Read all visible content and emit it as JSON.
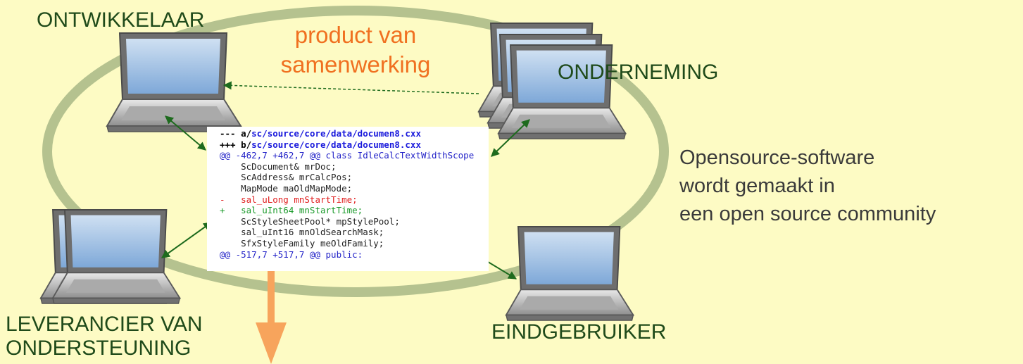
{
  "roles": {
    "developer": "ONTWIKKELAAR",
    "enterprise": "ONDERNEMING",
    "support_vendor_line1": "LEVERANCIER VAN",
    "support_vendor_line2": "ONDERSTEUNING",
    "end_user": "EINDGEBRUIKER"
  },
  "collaboration": {
    "line1": "product van",
    "line2": "samenwerking"
  },
  "description": {
    "line1": "Opensource-software",
    "line2": "wordt gemaakt in",
    "line3": "een open source community"
  },
  "diff": {
    "header_minus_prefix": "--- a/",
    "header_minus_path": "sc/source/core/data/documen8.cxx",
    "header_plus_prefix": "+++ b/",
    "header_plus_path": "sc/source/core/data/documen8.cxx",
    "hunk1": "@@ -462,7 +462,7 @@ class IdleCalcTextWidthScope",
    "ctx1": "    ScDocument& mrDoc;",
    "ctx2": "    ScAddress& mrCalcPos;",
    "ctx3": "    MapMode maOldMapMode;",
    "removed": "-   sal_uLong mnStartTime;",
    "added": "+   sal_uInt64 mnStartTime;",
    "ctx4": "    ScStyleSheetPool* mpStylePool;",
    "ctx5": "    sal_uInt16 mnOldSearchMask;",
    "ctx6": "    SfxStyleFamily meOldFamily;",
    "hunk2": "@@ -517,7 +517,7 @@ public:"
  },
  "colors": {
    "background": "#fdfbc4",
    "ring": "#b5c28f",
    "role_text": "#1f4a1a",
    "highlight_text": "#f07020",
    "arrow_green": "#1e6b1e",
    "output_arrow": "#f7a45c"
  },
  "icons": [
    "laptop-icon",
    "laptop-stack-icon"
  ]
}
